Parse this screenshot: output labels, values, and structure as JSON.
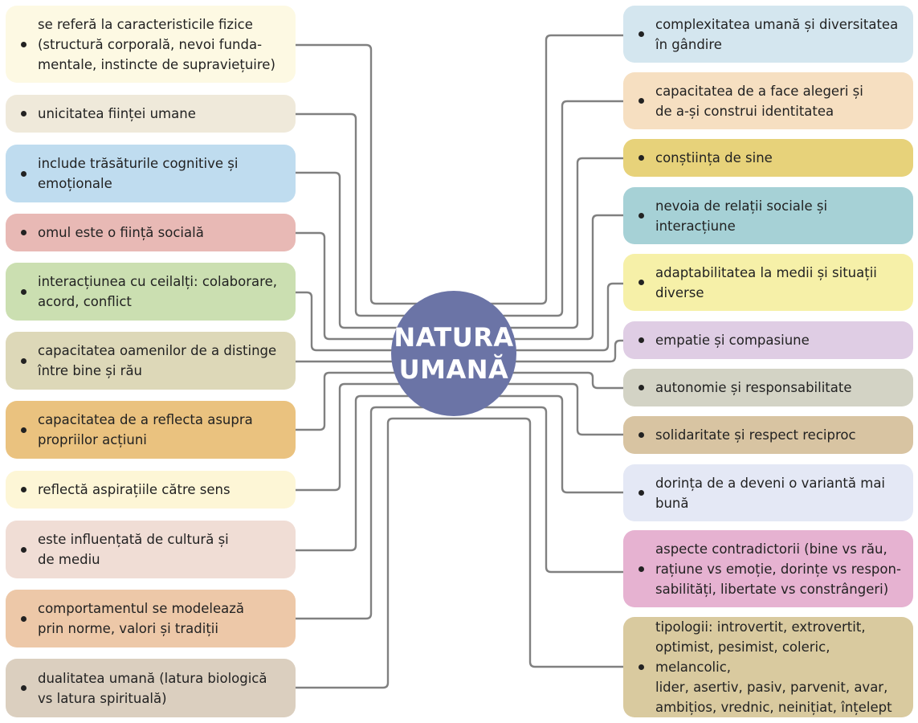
{
  "center": {
    "title": "NATURA\nUMANĂ",
    "color": "#6b74a6"
  },
  "left_items": [
    {
      "text": "se referă la caracteristicile fizice\n(structură corporală, nevoi funda-\nmentale, instincte de supraviețuire)",
      "color": "#fdf9e3"
    },
    {
      "text": "unicitatea ființei umane",
      "color": "#efe9da"
    },
    {
      "text": "include trăsăturile cognitive și\nemoționale",
      "color": "#bfdcef"
    },
    {
      "text": "omul este o ființă socială",
      "color": "#e8b9b5"
    },
    {
      "text": "interacțiunea cu ceilalți: colaborare,\nacord, conflict",
      "color": "#cbdfb1"
    },
    {
      "text": "capacitatea oamenilor de a distinge\nîntre bine și rău",
      "color": "#ddd8b8"
    },
    {
      "text": "capacitatea de a reflecta asupra\npropriilor acțiuni",
      "color": "#eac27f"
    },
    {
      "text": "reflectă aspirațiile către sens",
      "color": "#fdf6d6"
    },
    {
      "text": "este influențată de cultură și\nde mediu",
      "color": "#f0ddd5"
    },
    {
      "text": "comportamentul se modelează\nprin norme, valori și tradiții",
      "color": "#edc8a8"
    },
    {
      "text": "dualitatea umană (latura biologică\nvs latura spirituală)",
      "color": "#dbcfbf"
    }
  ],
  "right_items": [
    {
      "text": "complexitatea umană și diversitatea\nîn gândire",
      "color": "#d4e6ef"
    },
    {
      "text": "capacitatea de a face alegeri și\nde a-și construi identitatea",
      "color": "#f6dfc1"
    },
    {
      "text": "conștiința de sine",
      "color": "#e7d27a"
    },
    {
      "text": "nevoia de relații sociale și\ninteracțiune",
      "color": "#a6d1d6"
    },
    {
      "text": "adaptabilitatea la medii și situații\ndiverse",
      "color": "#f6f0a8"
    },
    {
      "text": "empatie și compasiune",
      "color": "#dfcde4"
    },
    {
      "text": "autonomie și responsabilitate",
      "color": "#d3d3c5"
    },
    {
      "text": "solidaritate și respect reciproc",
      "color": "#d8c4a2"
    },
    {
      "text": "dorința de a deveni o variantă mai\nbună",
      "color": "#e4e8f5"
    },
    {
      "text": "aspecte contradictorii (bine vs rău,\nrațiune vs emoție, dorințe vs respon-\nsabilități, libertate vs constrângeri)",
      "color": "#e6b2d1"
    },
    {
      "text": "tipologii: introvertit, extrovertit,\noptimist, pesimist, coleric, melancolic,\nlider, asertiv, pasiv, parvenit, avar,\nambițios, vrednic, neinițiat, înțelept",
      "color": "#d9ca9f"
    }
  ],
  "connector_color": "#808080"
}
